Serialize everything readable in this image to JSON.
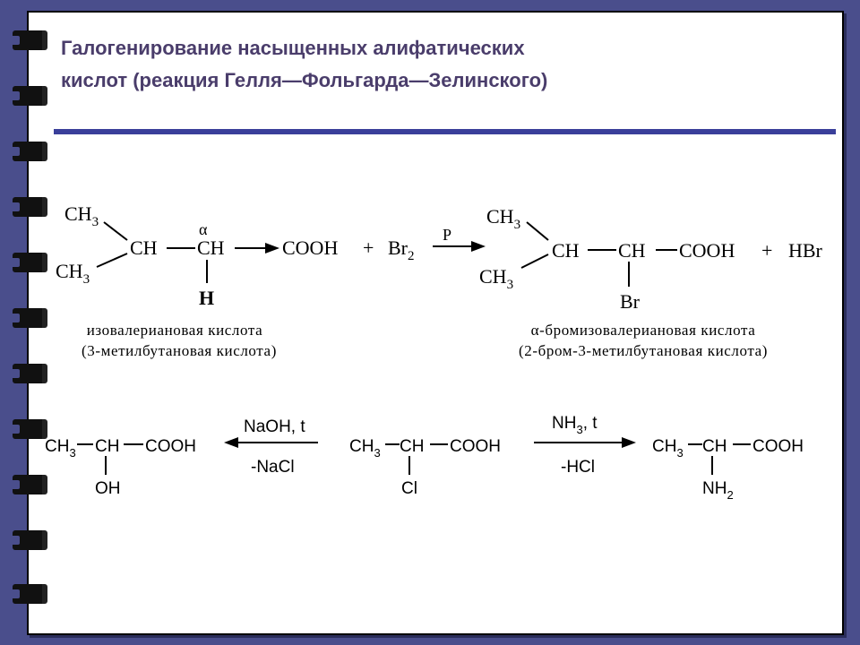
{
  "title": {
    "line1": "Галогенирование насыщенных алифатических",
    "line2": "кислот (реакция Гелля—Фольгарда—Зелинского)"
  },
  "reaction1": {
    "ch3_top": "CH",
    "ch3_top_sub": "3",
    "ch3_bottom": "CH",
    "ch3_bottom_sub": "3",
    "ch1": "CH",
    "ch2": "CH",
    "alpha": "α",
    "h": "H",
    "cooh": "COOH",
    "plus": "+",
    "br2": "Br",
    "br2_sub": "2",
    "catalyst": "P",
    "p_ch3_top": "CH",
    "p_ch3_top_sub": "3",
    "p_ch3_bottom": "CH",
    "p_ch3_bottom_sub": "3",
    "p_ch1": "CH",
    "p_ch2": "CH",
    "p_cooh": "COOH",
    "p_plus": "+",
    "hbr": "HBr",
    "br": "Br",
    "reactant_name1": "изовалериановая кислота",
    "reactant_name2": "(3-метилбутановая кислота)",
    "product_name1": "α-бромизовалериановая кислота",
    "product_name2": "(2-бром-3-метилбутановая кислота)"
  },
  "reaction2": {
    "left_ch3": "CH",
    "left_ch3_sub": "3",
    "left_ch": "CH",
    "left_cooh": "COOH",
    "left_sub": "OH",
    "arrow_left_top": "NaOH, t",
    "arrow_left_bottom": "-NaCl",
    "mid_ch3": "CH",
    "mid_ch3_sub": "3",
    "mid_ch": "CH",
    "mid_cooh": "COOH",
    "mid_sub": "Cl",
    "arrow_right_top": "NH",
    "arrow_right_top_sub": "3",
    "arrow_right_top_rest": ", t",
    "arrow_right_bottom": "-HCl",
    "right_ch3": "CH",
    "right_ch3_sub": "3",
    "right_ch": "CH",
    "right_cooh": "COOH",
    "right_sub": "NH",
    "right_sub_sub": "2"
  }
}
